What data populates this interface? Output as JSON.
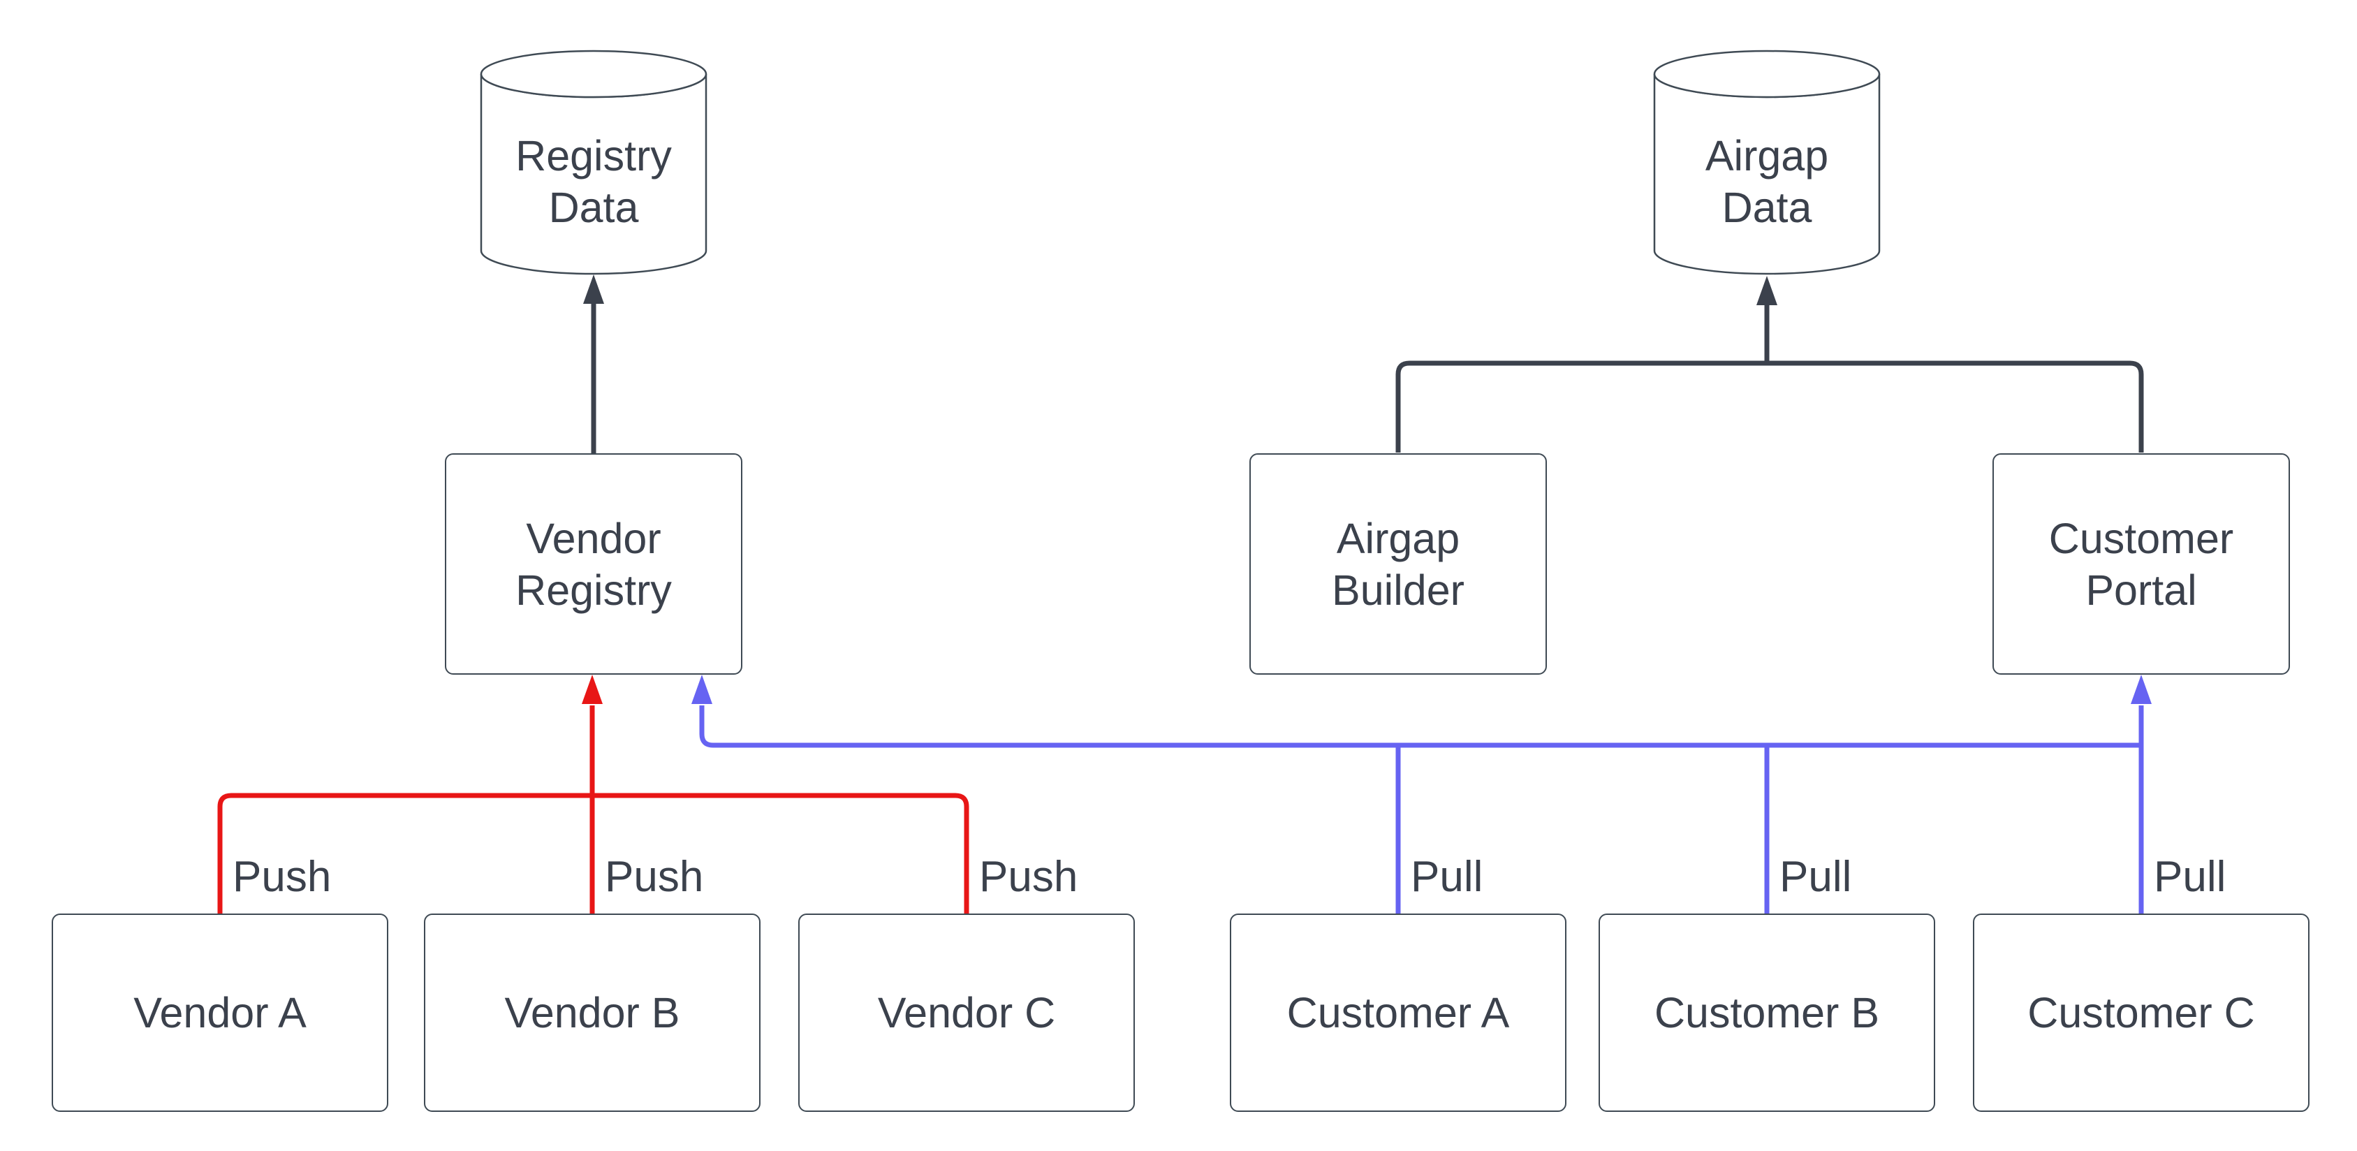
{
  "colors": {
    "push": "#e81616",
    "pull": "#6663f2",
    "flow": "#3b414c",
    "node-border": "#3f4a54",
    "text": "#3b414c",
    "background": "#ffffff"
  },
  "nodes": {
    "registry_data": {
      "line1": "Registry",
      "line2": "Data"
    },
    "airgap_data": {
      "line1": "Airgap",
      "line2": "Data"
    },
    "vendor_registry": {
      "line1": "Vendor",
      "line2": "Registry"
    },
    "airgap_builder": {
      "line1": "Airgap",
      "line2": "Builder"
    },
    "customer_portal": {
      "line1": "Customer",
      "line2": "Portal"
    },
    "vendor_a": {
      "label": "Vendor A"
    },
    "vendor_b": {
      "label": "Vendor B"
    },
    "vendor_c": {
      "label": "Vendor C"
    },
    "customer_a": {
      "label": "Customer A"
    },
    "customer_b": {
      "label": "Customer B"
    },
    "customer_c": {
      "label": "Customer C"
    }
  },
  "edges": {
    "push_label_a": "Push",
    "push_label_b": "Push",
    "push_label_c": "Push",
    "pull_label_a": "Pull",
    "pull_label_b": "Pull",
    "pull_label_c": "Pull"
  }
}
